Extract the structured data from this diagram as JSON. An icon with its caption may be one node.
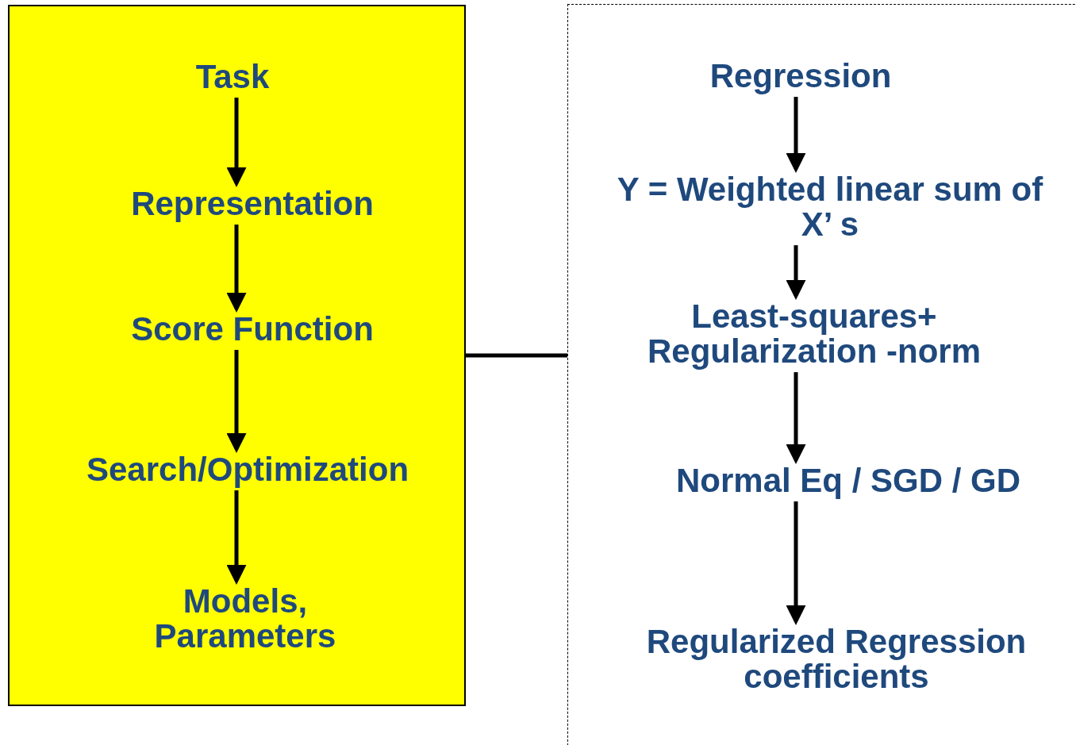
{
  "diagram": {
    "nodes": [
      {
        "text": [],
        "shape": "box"
      },
      {
        "text": [
          "Task"
        ],
        "in": 0
      },
      {
        "text": [
          "Representation"
        ],
        "in": 0
      },
      {
        "text": [
          "Score Function"
        ],
        "in": 0
      },
      {
        "text": [
          "Search/Optimization"
        ],
        "in": 0
      },
      {
        "text": [
          "Models, Parameters"
        ],
        "in": 0
      },
      {
        "text": [],
        "shape": "box"
      },
      {
        "text": [
          "Regression"
        ],
        "in": 6
      },
      {
        "text": [
          "Y = Weighted linear sum of X’ s"
        ],
        "in": 6
      },
      {
        "text": [
          "Least-squares+ Regularization -norm"
        ],
        "in": 6
      },
      {
        "text": [
          "Normal Eq / SGD / GD"
        ],
        "in": 6
      },
      {
        "text": [
          "Regularized Regression coefficients"
        ],
        "in": 6
      }
    ],
    "edges": [
      {
        "from": 1,
        "to": 2,
        "arrow": "to"
      },
      {
        "from": 2,
        "to": 3,
        "arrow": "to"
      },
      {
        "from": 3,
        "to": 4,
        "arrow": "to"
      },
      {
        "from": 4,
        "to": 5,
        "arrow": "to"
      },
      {
        "from": 0,
        "to": 6,
        "arrow": "none"
      },
      {
        "from": 7,
        "to": 8,
        "arrow": "to"
      },
      {
        "from": 8,
        "to": 9,
        "arrow": "to"
      },
      {
        "from": 9,
        "to": 10,
        "arrow": "to"
      },
      {
        "from": 10,
        "to": 11,
        "arrow": "to"
      }
    ]
  }
}
